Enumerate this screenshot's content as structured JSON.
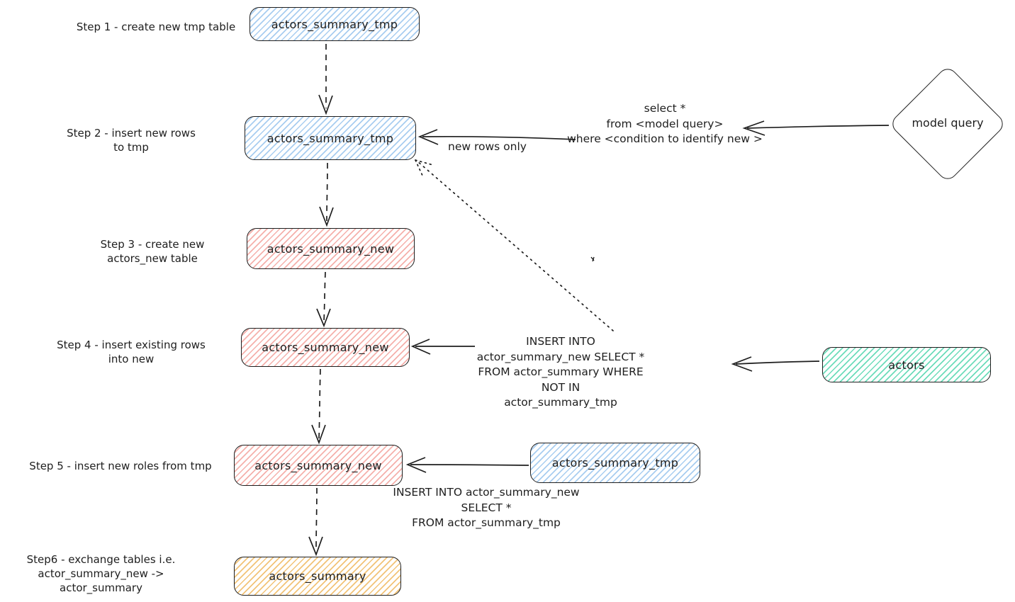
{
  "diagram": {
    "steps": [
      {
        "label": "Step 1 - create new tmp table",
        "node": "actors_summary_tmp",
        "node_color": "blue"
      },
      {
        "label": "Step 2 - insert new rows\nto tmp",
        "node": "actors_summary_tmp",
        "node_color": "blue"
      },
      {
        "label": "Step 3 - create new\nactors_new table",
        "node": "actors_summary_new",
        "node_color": "red"
      },
      {
        "label": "Step 4 - insert existing rows\ninto new",
        "node": "actors_summary_new",
        "node_color": "red"
      },
      {
        "label": "Step 5 - insert new roles from tmp",
        "node": "actors_summary_new",
        "node_color": "red"
      },
      {
        "label": "Step6 - exchange tables i.e.\nactor_summary_new -> actor_summary",
        "node": "actors_summary",
        "node_color": "yellow"
      }
    ],
    "annotations": {
      "select_query": "select *\nfrom <model query>\nwhere <condition to identify new >",
      "new_rows_only": "new rows only",
      "model_query": "model query",
      "insert_existing": "INSERT INTO actor_summary_new SELECT *\nFROM actor_summary WHERE NOT IN\nactor_summary_tmp",
      "actors_source": "actors",
      "tmp_source": "actors_summary_tmp",
      "insert_new": "INSERT INTO actor_summary_new\nSELECT *\nFROM actor_summary_tmp"
    },
    "colors": {
      "stroke": "#1e1e1e",
      "blue_hatch": "#a8cdf0",
      "red_hatch": "#f5b0ab",
      "teal_hatch": "#6cdcba",
      "yellow_hatch": "#f2c377",
      "background": "#ffffff"
    }
  }
}
